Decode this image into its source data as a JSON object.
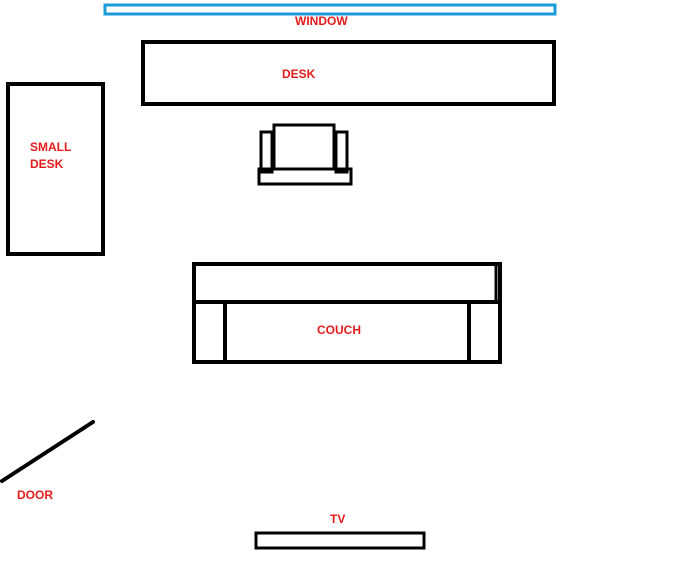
{
  "colors": {
    "outline": "#000000",
    "window": "#1a9cd8",
    "label": "#e51b1b",
    "background": "#ffffff"
  },
  "labels": {
    "window": "WINDOW",
    "desk": "DESK",
    "small_desk": "SMALL\nDESK",
    "couch": "COUCH",
    "door": "DOOR",
    "tv": "TV"
  }
}
